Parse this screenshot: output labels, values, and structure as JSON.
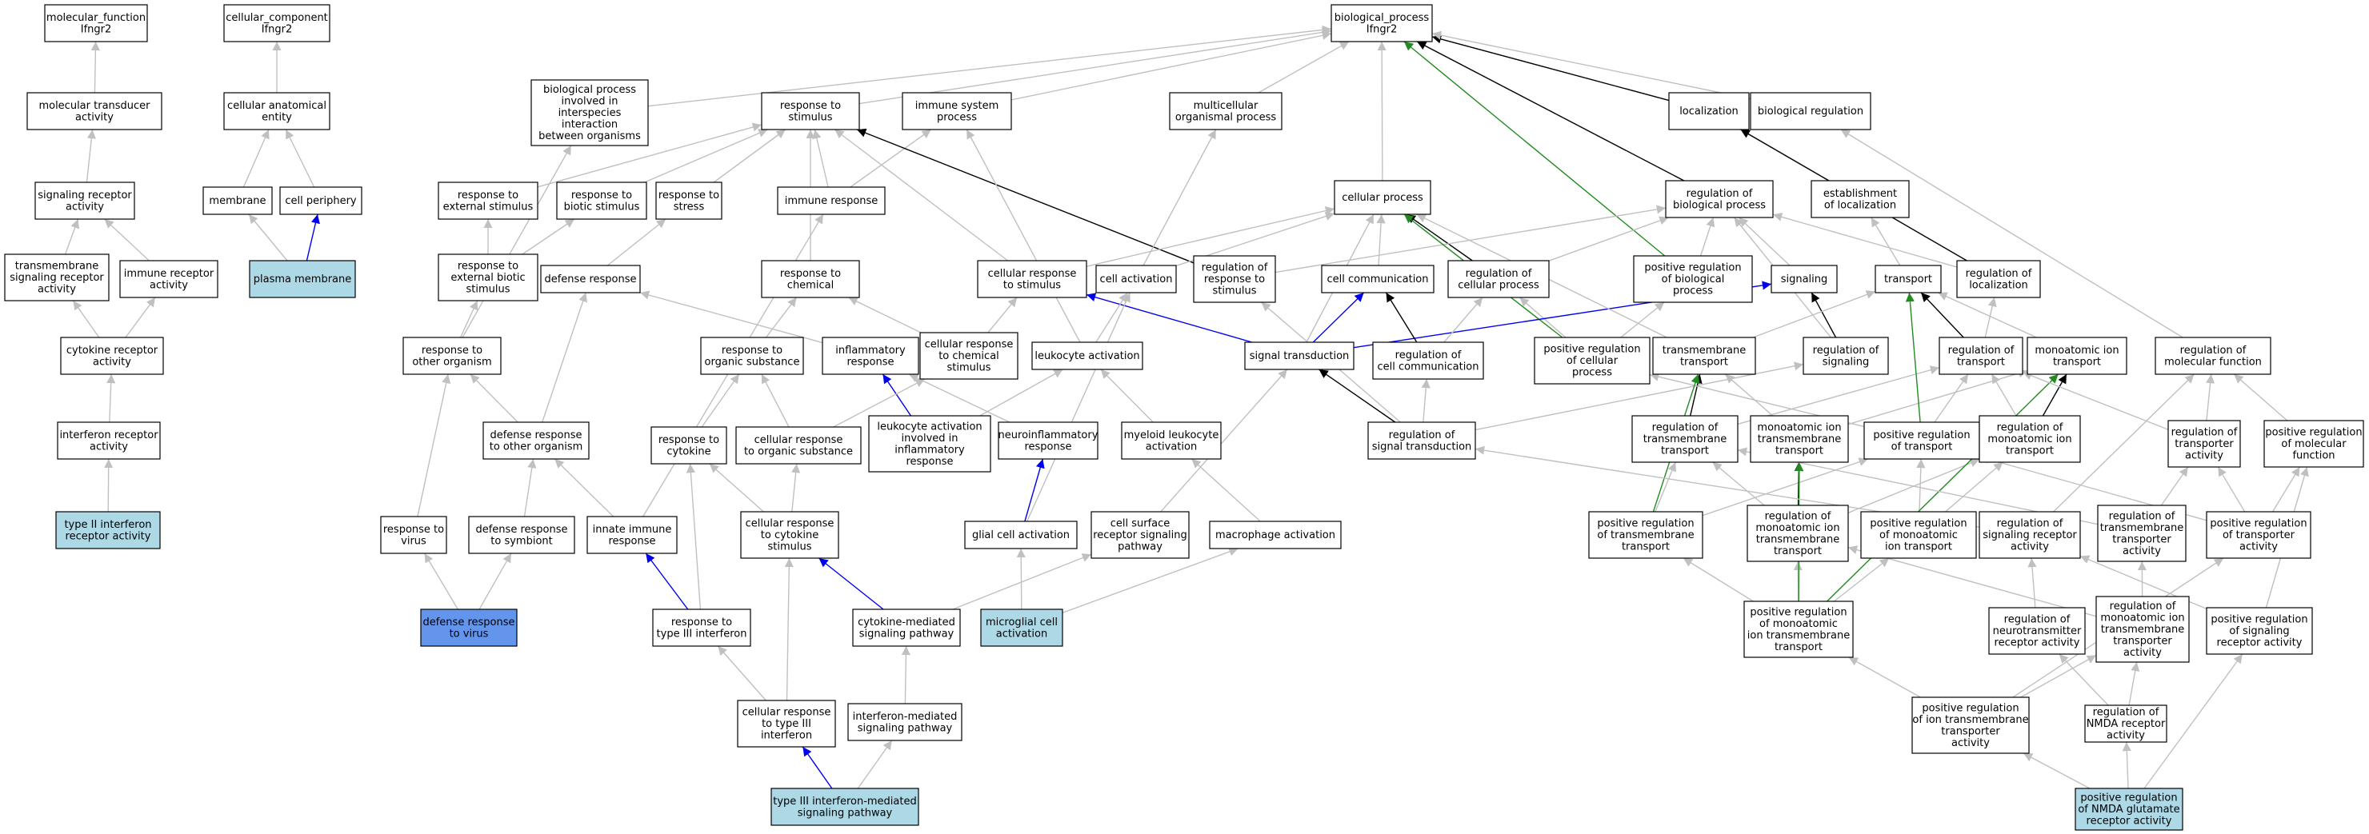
{
  "colors": {
    "gray": "#c0c0c0",
    "black": "#000000",
    "blue": "#0000ee",
    "green": "#228b22",
    "node_fill": "#ffffff",
    "highlight_fill": "#add8e6",
    "target_fill": "#6495ed"
  },
  "nodes": [
    {
      "id": "mf",
      "lines": [
        "molecular_function",
        "Ifngr2"
      ]
    },
    {
      "id": "cc",
      "lines": [
        "cellular_component",
        "Ifngr2"
      ]
    },
    {
      "id": "bp",
      "lines": [
        "biological_process",
        "Ifngr2"
      ]
    },
    {
      "id": "mta",
      "lines": [
        "molecular transducer",
        "activity"
      ]
    },
    {
      "id": "cae",
      "lines": [
        "cellular anatomical",
        "entity"
      ]
    },
    {
      "id": "bpi",
      "lines": [
        "biological process",
        "involved in",
        "interspecies",
        "interaction",
        "between organisms"
      ]
    },
    {
      "id": "rts",
      "lines": [
        "response to",
        "stimulus"
      ]
    },
    {
      "id": "isp",
      "lines": [
        "immune system",
        "process"
      ]
    },
    {
      "id": "mop",
      "lines": [
        "multicellular",
        "organismal process"
      ]
    },
    {
      "id": "loc",
      "lines": [
        "localization"
      ]
    },
    {
      "id": "breg",
      "lines": [
        "biological regulation"
      ]
    },
    {
      "id": "sra",
      "lines": [
        "signaling receptor",
        "activity"
      ]
    },
    {
      "id": "mem",
      "lines": [
        "membrane"
      ]
    },
    {
      "id": "cp",
      "lines": [
        "cell periphery"
      ]
    },
    {
      "id": "res",
      "lines": [
        "response to",
        "external stimulus"
      ]
    },
    {
      "id": "rbs",
      "lines": [
        "response to",
        "biotic stimulus"
      ]
    },
    {
      "id": "rst",
      "lines": [
        "response to",
        "stress"
      ]
    },
    {
      "id": "ir",
      "lines": [
        "immune response"
      ]
    },
    {
      "id": "cellp",
      "lines": [
        "cellular process"
      ]
    },
    {
      "id": "rbp",
      "lines": [
        "regulation of",
        "biological process"
      ]
    },
    {
      "id": "eol",
      "lines": [
        "establishment",
        "of localization"
      ]
    },
    {
      "id": "tsra",
      "lines": [
        "transmembrane",
        "signaling receptor",
        "activity"
      ]
    },
    {
      "id": "ira",
      "lines": [
        "immune receptor",
        "activity"
      ]
    },
    {
      "id": "pm",
      "lines": [
        "plasma membrane"
      ]
    },
    {
      "id": "rebs",
      "lines": [
        "response to",
        "external biotic",
        "stimulus"
      ]
    },
    {
      "id": "dr",
      "lines": [
        "defense response"
      ]
    },
    {
      "id": "rtc",
      "lines": [
        "response to",
        "chemical"
      ]
    },
    {
      "id": "crs",
      "lines": [
        "cellular response",
        "to stimulus"
      ]
    },
    {
      "id": "ca",
      "lines": [
        "cell activation"
      ]
    },
    {
      "id": "rrs",
      "lines": [
        "regulation of",
        "response to",
        "stimulus"
      ]
    },
    {
      "id": "cc2",
      "lines": [
        "cell communication"
      ]
    },
    {
      "id": "rcp",
      "lines": [
        "regulation of",
        "cellular process"
      ]
    },
    {
      "id": "prbp",
      "lines": [
        "positive regulation",
        "of biological",
        "process"
      ]
    },
    {
      "id": "sig",
      "lines": [
        "signaling"
      ]
    },
    {
      "id": "tr",
      "lines": [
        "transport"
      ]
    },
    {
      "id": "rol",
      "lines": [
        "regulation of",
        "localization"
      ]
    },
    {
      "id": "cra",
      "lines": [
        "cytokine receptor",
        "activity"
      ]
    },
    {
      "id": "rtoo",
      "lines": [
        "response to",
        "other organism"
      ]
    },
    {
      "id": "ros",
      "lines": [
        "response to",
        "organic substance"
      ]
    },
    {
      "id": "infr",
      "lines": [
        "inflammatory",
        "response"
      ]
    },
    {
      "id": "crcs",
      "lines": [
        "cellular response",
        "to chemical",
        "stimulus"
      ]
    },
    {
      "id": "la",
      "lines": [
        "leukocyte activation"
      ]
    },
    {
      "id": "st",
      "lines": [
        "signal transduction"
      ]
    },
    {
      "id": "rcc",
      "lines": [
        "regulation of",
        "cell communication"
      ]
    },
    {
      "id": "prcp",
      "lines": [
        "positive regulation",
        "of cellular",
        "process"
      ]
    },
    {
      "id": "tmt",
      "lines": [
        "transmembrane",
        "transport"
      ]
    },
    {
      "id": "ros2",
      "lines": [
        "regulation of",
        "signaling"
      ]
    },
    {
      "id": "rot",
      "lines": [
        "regulation of",
        "transport"
      ]
    },
    {
      "id": "mit",
      "lines": [
        "monoatomic ion",
        "transport"
      ]
    },
    {
      "id": "rmf",
      "lines": [
        "regulation of",
        "molecular function"
      ]
    },
    {
      "id": "irca",
      "lines": [
        "interferon receptor",
        "activity"
      ]
    },
    {
      "id": "drto",
      "lines": [
        "defense response",
        "to other organism"
      ]
    },
    {
      "id": "rtcy",
      "lines": [
        "response to",
        "cytokine"
      ]
    },
    {
      "id": "crtos",
      "lines": [
        "cellular response",
        "to organic substance"
      ]
    },
    {
      "id": "lainf",
      "lines": [
        "leukocyte activation",
        "involved in",
        "inflammatory",
        "response"
      ]
    },
    {
      "id": "nir",
      "lines": [
        "neuroinflammatory",
        "response"
      ]
    },
    {
      "id": "mla",
      "lines": [
        "myeloid leukocyte",
        "activation"
      ]
    },
    {
      "id": "rst2",
      "lines": [
        "regulation of",
        "signal transduction"
      ]
    },
    {
      "id": "rtmt",
      "lines": [
        "regulation of",
        "transmembrane",
        "transport"
      ]
    },
    {
      "id": "mitt",
      "lines": [
        "monoatomic ion",
        "transmembrane",
        "transport"
      ]
    },
    {
      "id": "prt",
      "lines": [
        "positive regulation",
        "of transport"
      ]
    },
    {
      "id": "rmit",
      "lines": [
        "regulation of",
        "monoatomic ion",
        "transport"
      ]
    },
    {
      "id": "rta",
      "lines": [
        "regulation of",
        "transporter",
        "activity"
      ]
    },
    {
      "id": "prmf",
      "lines": [
        "positive regulation",
        "of molecular",
        "function"
      ]
    },
    {
      "id": "t2ira",
      "lines": [
        "type II interferon",
        "receptor activity"
      ]
    },
    {
      "id": "rtv",
      "lines": [
        "response to",
        "virus"
      ]
    },
    {
      "id": "drts",
      "lines": [
        "defense response",
        "to symbiont"
      ]
    },
    {
      "id": "iir",
      "lines": [
        "innate immune",
        "response"
      ]
    },
    {
      "id": "crtc",
      "lines": [
        "cellular response",
        "to cytokine",
        "stimulus"
      ]
    },
    {
      "id": "gca",
      "lines": [
        "glial cell activation"
      ]
    },
    {
      "id": "csrsp",
      "lines": [
        "cell surface",
        "receptor signaling",
        "pathway"
      ]
    },
    {
      "id": "ma",
      "lines": [
        "macrophage activation"
      ]
    },
    {
      "id": "prtmt",
      "lines": [
        "positive regulation",
        "of transmembrane",
        "transport"
      ]
    },
    {
      "id": "rmitt",
      "lines": [
        "regulation of",
        "monoatomic ion",
        "transmembrane",
        "transport"
      ]
    },
    {
      "id": "prmit",
      "lines": [
        "positive regulation",
        "of monoatomic",
        "ion transport"
      ]
    },
    {
      "id": "rsra",
      "lines": [
        "regulation of",
        "signaling receptor",
        "activity"
      ]
    },
    {
      "id": "rtta",
      "lines": [
        "regulation of",
        "transmembrane",
        "transporter",
        "activity"
      ]
    },
    {
      "id": "prta",
      "lines": [
        "positive regulation",
        "of transporter",
        "activity"
      ]
    },
    {
      "id": "drtv",
      "lines": [
        "defense response",
        "to virus"
      ]
    },
    {
      "id": "rt3i",
      "lines": [
        "response to",
        "type III interferon"
      ]
    },
    {
      "id": "cmsp",
      "lines": [
        "cytokine-mediated",
        "signaling pathway"
      ]
    },
    {
      "id": "mca",
      "lines": [
        "microglial cell",
        "activation"
      ]
    },
    {
      "id": "prmitt",
      "lines": [
        "positive regulation",
        "of monoatomic",
        "ion transmembrane",
        "transport"
      ]
    },
    {
      "id": "rnra",
      "lines": [
        "regulation of",
        "neurotransmitter",
        "receptor activity"
      ]
    },
    {
      "id": "rmitta",
      "lines": [
        "regulation of",
        "monoatomic ion",
        "transmembrane",
        "transporter",
        "activity"
      ]
    },
    {
      "id": "prsra",
      "lines": [
        "positive regulation",
        "of signaling",
        "receptor activity"
      ]
    },
    {
      "id": "crt3i",
      "lines": [
        "cellular response",
        "to type III",
        "interferon"
      ]
    },
    {
      "id": "imsp",
      "lines": [
        "interferon-mediated",
        "signaling pathway"
      ]
    },
    {
      "id": "prita",
      "lines": [
        "positive regulation",
        "of ion transmembrane",
        "transporter",
        "activity"
      ]
    },
    {
      "id": "rnmda",
      "lines": [
        "regulation of",
        "NMDA receptor",
        "activity"
      ]
    },
    {
      "id": "t3imsp",
      "lines": [
        "type III interferon-mediated",
        "signaling pathway"
      ]
    },
    {
      "id": "prnmda",
      "lines": [
        "positive regulation",
        "of NMDA glutamate",
        "receptor activity"
      ]
    }
  ],
  "edges": [
    [
      "mta",
      "mf",
      "gray"
    ],
    [
      "cae",
      "cc",
      "gray"
    ],
    [
      "bpi",
      "bp",
      "gray"
    ],
    [
      "rts",
      "bp",
      "gray"
    ],
    [
      "isp",
      "bp",
      "gray"
    ],
    [
      "mop",
      "bp",
      "gray"
    ],
    [
      "loc",
      "bp",
      "black"
    ],
    [
      "breg",
      "bp",
      "gray"
    ],
    [
      "cellp",
      "bp",
      "gray"
    ],
    [
      "rbp",
      "bp",
      "black"
    ],
    [
      "prbp",
      "bp",
      "green"
    ],
    [
      "sra",
      "mta",
      "gray"
    ],
    [
      "mem",
      "cae",
      "gray"
    ],
    [
      "cp",
      "cae",
      "gray"
    ],
    [
      "pm",
      "mem",
      "gray"
    ],
    [
      "pm",
      "cp",
      "blue"
    ],
    [
      "tsra",
      "sra",
      "gray"
    ],
    [
      "ira",
      "sra",
      "gray"
    ],
    [
      "cra",
      "tsra",
      "gray"
    ],
    [
      "cra",
      "ira",
      "gray"
    ],
    [
      "irca",
      "cra",
      "gray"
    ],
    [
      "t2ira",
      "irca",
      "gray"
    ],
    [
      "res",
      "rts",
      "gray"
    ],
    [
      "rbs",
      "rts",
      "gray"
    ],
    [
      "rst",
      "rts",
      "gray"
    ],
    [
      "ir",
      "rts",
      "gray"
    ],
    [
      "ir",
      "isp",
      "gray"
    ],
    [
      "rtc",
      "rts",
      "gray"
    ],
    [
      "crs",
      "rts",
      "gray"
    ],
    [
      "rrs",
      "rts",
      "black"
    ],
    [
      "rebs",
      "res",
      "gray"
    ],
    [
      "rebs",
      "rbs",
      "gray"
    ],
    [
      "dr",
      "rst",
      "gray"
    ],
    [
      "rtoo",
      "rebs",
      "gray"
    ],
    [
      "rtoo",
      "bpi",
      "gray"
    ],
    [
      "ros",
      "rtc",
      "gray"
    ],
    [
      "crcs",
      "rtc",
      "gray"
    ],
    [
      "crcs",
      "crs",
      "gray"
    ],
    [
      "infr",
      "dr",
      "gray"
    ],
    [
      "ca",
      "cellp",
      "gray"
    ],
    [
      "ca",
      "mop",
      "gray"
    ],
    [
      "crs",
      "cellp",
      "gray"
    ],
    [
      "cc2",
      "cellp",
      "gray"
    ],
    [
      "rcp",
      "cellp",
      "black"
    ],
    [
      "rcp",
      "rbp",
      "gray"
    ],
    [
      "rrs",
      "rbp",
      "gray"
    ],
    [
      "prbp",
      "rbp",
      "gray"
    ],
    [
      "sig",
      "rbp",
      "gray"
    ],
    [
      "eol",
      "loc",
      "gray"
    ],
    [
      "tr",
      "eol",
      "gray"
    ],
    [
      "rol",
      "rbp",
      "gray"
    ],
    [
      "rol",
      "loc",
      "black"
    ],
    [
      "rmf",
      "breg",
      "gray"
    ],
    [
      "prcp",
      "rcp",
      "gray"
    ],
    [
      "prcp",
      "prbp",
      "gray"
    ],
    [
      "prcp",
      "cellp",
      "green"
    ],
    [
      "st",
      "crs",
      "blue"
    ],
    [
      "st",
      "cc2",
      "blue"
    ],
    [
      "st",
      "sig",
      "blue"
    ],
    [
      "st",
      "cellp",
      "gray"
    ],
    [
      "rcc",
      "cc2",
      "black"
    ],
    [
      "rcc",
      "rcp",
      "gray"
    ],
    [
      "ros2",
      "sig",
      "black"
    ],
    [
      "ros2",
      "rbp",
      "gray"
    ],
    [
      "tmt",
      "tr",
      "gray"
    ],
    [
      "tmt",
      "cellp",
      "gray"
    ],
    [
      "rot",
      "tr",
      "black"
    ],
    [
      "rot",
      "rol",
      "gray"
    ],
    [
      "mit",
      "tr",
      "gray"
    ],
    [
      "la",
      "ca",
      "gray"
    ],
    [
      "la",
      "isp",
      "gray"
    ],
    [
      "mla",
      "la",
      "gray"
    ],
    [
      "ma",
      "mla",
      "gray"
    ],
    [
      "lainf",
      "infr",
      "blue"
    ],
    [
      "lainf",
      "la",
      "gray"
    ],
    [
      "nir",
      "infr",
      "gray"
    ],
    [
      "gca",
      "nir",
      "blue"
    ],
    [
      "gca",
      "ca",
      "gray"
    ],
    [
      "mca",
      "gca",
      "gray"
    ],
    [
      "mca",
      "ma",
      "gray"
    ],
    [
      "rst2",
      "st",
      "black"
    ],
    [
      "rst2",
      "rcc",
      "gray"
    ],
    [
      "rst2",
      "ros2",
      "gray"
    ],
    [
      "rst2",
      "rrs",
      "gray"
    ],
    [
      "drto",
      "rtoo",
      "gray"
    ],
    [
      "drto",
      "dr",
      "gray"
    ],
    [
      "rtv",
      "rtoo",
      "gray"
    ],
    [
      "drts",
      "drto",
      "gray"
    ],
    [
      "drtv",
      "rtv",
      "gray"
    ],
    [
      "drtv",
      "drts",
      "gray"
    ],
    [
      "iir",
      "drto",
      "gray"
    ],
    [
      "iir",
      "ir",
      "gray"
    ],
    [
      "rt3i",
      "iir",
      "blue"
    ],
    [
      "rt3i",
      "rtcy",
      "gray"
    ],
    [
      "rtcy",
      "ros",
      "gray"
    ],
    [
      "crtos",
      "ros",
      "gray"
    ],
    [
      "crtos",
      "crcs",
      "gray"
    ],
    [
      "crtc",
      "rtcy",
      "gray"
    ],
    [
      "crtc",
      "crtos",
      "gray"
    ],
    [
      "cmsp",
      "crtc",
      "blue"
    ],
    [
      "cmsp",
      "csrsp",
      "gray"
    ],
    [
      "csrsp",
      "st",
      "gray"
    ],
    [
      "imsp",
      "cmsp",
      "gray"
    ],
    [
      "crt3i",
      "crtc",
      "gray"
    ],
    [
      "crt3i",
      "rt3i",
      "gray"
    ],
    [
      "t3imsp",
      "crt3i",
      "blue"
    ],
    [
      "t3imsp",
      "imsp",
      "gray"
    ],
    [
      "rtmt",
      "tmt",
      "black"
    ],
    [
      "rtmt",
      "rot",
      "gray"
    ],
    [
      "mitt",
      "tmt",
      "gray"
    ],
    [
      "mitt",
      "mit",
      "gray"
    ],
    [
      "prt",
      "rot",
      "gray"
    ],
    [
      "prt",
      "tr",
      "green"
    ],
    [
      "prt",
      "prcp",
      "gray"
    ],
    [
      "rmit",
      "rot",
      "gray"
    ],
    [
      "rmit",
      "mit",
      "black"
    ],
    [
      "prtmt",
      "rtmt",
      "gray"
    ],
    [
      "prtmt",
      "prt",
      "gray"
    ],
    [
      "prtmt",
      "tmt",
      "green"
    ],
    [
      "rmitt",
      "rtmt",
      "gray"
    ],
    [
      "rmitt",
      "mitt",
      "black"
    ],
    [
      "rmitt",
      "rmit",
      "gray"
    ],
    [
      "prmit",
      "prt",
      "gray"
    ],
    [
      "prmit",
      "rmit",
      "gray"
    ],
    [
      "prmitt",
      "prtmt",
      "gray"
    ],
    [
      "prmitt",
      "rmitt",
      "gray"
    ],
    [
      "prmitt",
      "prmit",
      "gray"
    ],
    [
      "prmitt",
      "mitt",
      "green"
    ],
    [
      "prmitt",
      "mit",
      "green"
    ],
    [
      "rta",
      "rmf",
      "gray"
    ],
    [
      "rta",
      "rot",
      "gray"
    ],
    [
      "prmf",
      "rmf",
      "gray"
    ],
    [
      "prta",
      "rta",
      "gray"
    ],
    [
      "prta",
      "prmf",
      "gray"
    ],
    [
      "prta",
      "prt",
      "gray"
    ],
    [
      "rtta",
      "rta",
      "gray"
    ],
    [
      "rtta",
      "rtmt",
      "gray"
    ],
    [
      "rsra",
      "rmf",
      "gray"
    ],
    [
      "rsra",
      "rst2",
      "gray"
    ],
    [
      "rnra",
      "rsra",
      "gray"
    ],
    [
      "prsra",
      "rsra",
      "gray"
    ],
    [
      "prsra",
      "prmf",
      "gray"
    ],
    [
      "rmitta",
      "rtta",
      "gray"
    ],
    [
      "rmitta",
      "rmitt",
      "gray"
    ],
    [
      "prita",
      "rmitta",
      "gray"
    ],
    [
      "prita",
      "prta",
      "gray"
    ],
    [
      "prita",
      "prmitt",
      "gray"
    ],
    [
      "rnmda",
      "rnra",
      "gray"
    ],
    [
      "rnmda",
      "rmitta",
      "gray"
    ],
    [
      "prnmda",
      "rnmda",
      "gray"
    ],
    [
      "prnmda",
      "prsra",
      "gray"
    ],
    [
      "prnmda",
      "prita",
      "gray"
    ]
  ]
}
